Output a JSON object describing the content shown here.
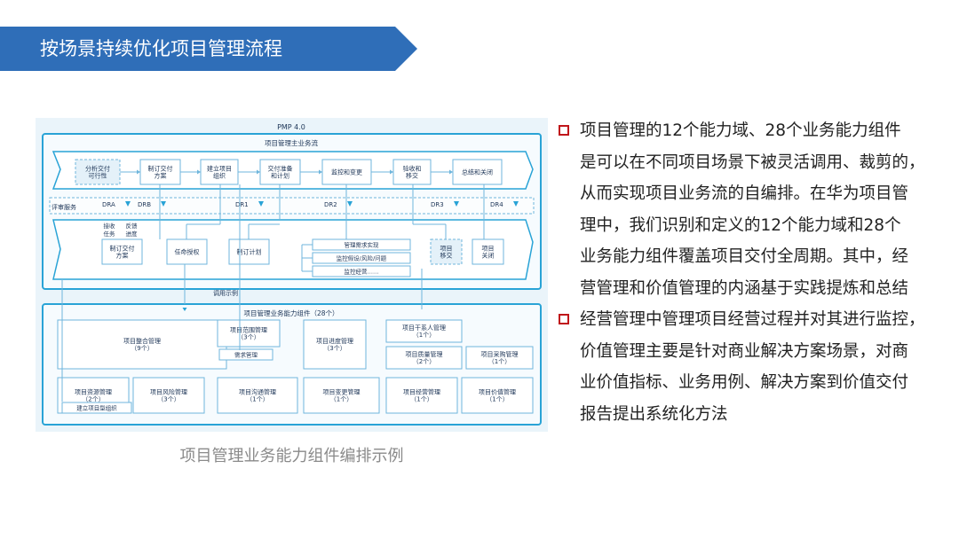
{
  "header": {
    "title": "按场景持续优化项目管理流程"
  },
  "diagram": {
    "top_label": "PMP 4.0",
    "main_flow_title": "项目管理主业务流",
    "flow_steps": [
      {
        "lines": [
          "分析交付",
          "可行性"
        ],
        "dashed": true
      },
      {
        "lines": [
          "制订交付",
          "方案"
        ]
      },
      {
        "lines": [
          "建立项目",
          "组织"
        ]
      },
      {
        "lines": [
          "交付准备",
          "和计划"
        ]
      },
      {
        "lines": [
          "监控和变更"
        ]
      },
      {
        "lines": [
          "验收和",
          "移交"
        ]
      },
      {
        "lines": [
          "总结和关闭"
        ]
      }
    ],
    "review_label": "评审服务",
    "decision_points": [
      "DRA",
      "DRB",
      "DR1",
      "DR2",
      "DR3",
      "DR4"
    ],
    "bottom_flow": {
      "labels": {
        "receive": "接收",
        "task": "任务",
        "feedback": "反馈",
        "progress": "进度"
      },
      "items": [
        {
          "lines": [
            "制订交付",
            "方案"
          ]
        },
        {
          "lines": [
            "任命授权"
          ]
        },
        {
          "lines": [
            "制订计划"
          ]
        },
        {
          "lines": [
            "项目",
            "移交"
          ],
          "dashed": true
        },
        {
          "lines": [
            "项目",
            "关闭"
          ]
        }
      ],
      "monitor_items": [
        "管理需求实现",
        "监控假设/风险/问题",
        "监控经营……"
      ]
    },
    "call_label": "调用示例",
    "components_title": "项目管理业务能力组件（28个）",
    "components": [
      {
        "name": "项目整合管理",
        "count": "（9个）"
      },
      {
        "name": "项目范围管理",
        "count": "（3个）"
      },
      {
        "name": "项目进度管理",
        "count": "（3个）"
      },
      {
        "name": "项目干系人管理",
        "count": "（1个）"
      },
      {
        "name": "项目质量管理",
        "count": "（2个）"
      },
      {
        "name": "项目采购管理",
        "count": "（1个）"
      },
      {
        "name": "项目资源管理",
        "count": "（2个）"
      },
      {
        "name": "项目风险管理",
        "count": "（3个）"
      },
      {
        "name": "项目沟通管理",
        "count": "（1个）"
      },
      {
        "name": "项目变更管理",
        "count": "（1个）"
      },
      {
        "name": "项目经营管理",
        "count": "（1个）"
      },
      {
        "name": "项目价值管理",
        "count": "（1个）"
      }
    ],
    "sub_items": {
      "requirements": "需求管理",
      "build_org": "建立项目型组织"
    },
    "colors": {
      "frame": "#29a3d6",
      "box": "#6fb6dc",
      "bg": "#eaf4fa",
      "text": "#1d3557"
    }
  },
  "caption": "项目管理业务能力组件编排示例",
  "bullets": [
    {
      "lines": [
        "项目管理的12个能力域、28个业务能力组件",
        "是可以在不同项目场景下被灵活调用、裁剪的，",
        "从而实现项目业务流的自编排。在华为项目管",
        "理中，我们识别和定义的12个能力域和28个",
        "业务能力组件覆盖项目交付全周期。其中，经",
        "营管理和价值管理的内涵基于实践提炼和总结"
      ]
    },
    {
      "lines": [
        "经营管理中管理项目经营过程并对其进行监控，",
        "价值管理主要是针对商业解决方案场景，对商",
        "业价值指标、业务用例、解决方案到价值交付",
        "报告提出系统化方法"
      ]
    }
  ]
}
